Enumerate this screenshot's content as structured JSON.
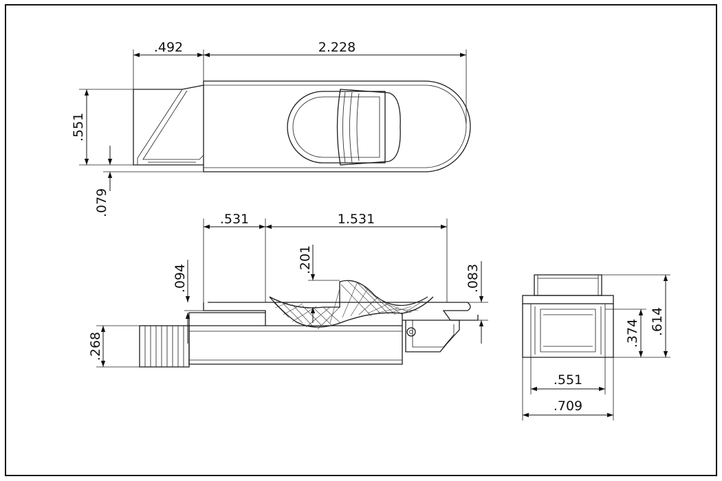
{
  "colors": {
    "line": "#111111",
    "paper": "#ffffff"
  },
  "top_view": {
    "dim_flange_length": ".492",
    "dim_overall_length": "2.228",
    "dim_width": ".551",
    "dim_offset": ".079"
  },
  "side_view": {
    "dim_left_section": ".531",
    "dim_right_section": "1.531",
    "dim_lever_rise": ".201",
    "dim_left_step": ".094",
    "dim_right_step": ".083",
    "dim_body_height": ".268"
  },
  "end_view": {
    "dim_inner_height": ".374",
    "dim_overall_height": ".614",
    "dim_inner_width": ".551",
    "dim_overall_width": ".709"
  }
}
